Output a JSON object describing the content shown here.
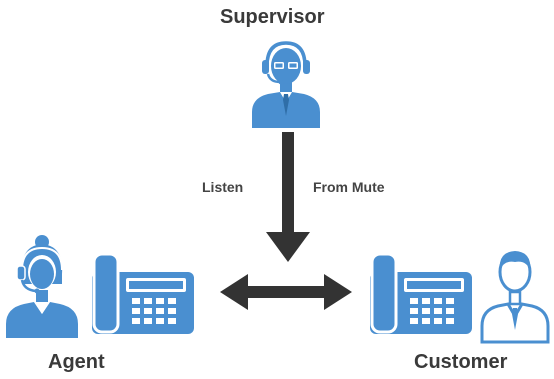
{
  "labels": {
    "supervisor": "Supervisor",
    "agent": "Agent",
    "customer": "Customer",
    "listen": "Listen",
    "from_mute": "From Mute"
  },
  "colors": {
    "icon_blue": "#4a8fd0",
    "arrow": "#333333"
  },
  "icons": {
    "supervisor": "headset-man-icon",
    "agent": "headset-woman-icon",
    "customer": "man-icon",
    "phone": "desk-phone-icon"
  }
}
